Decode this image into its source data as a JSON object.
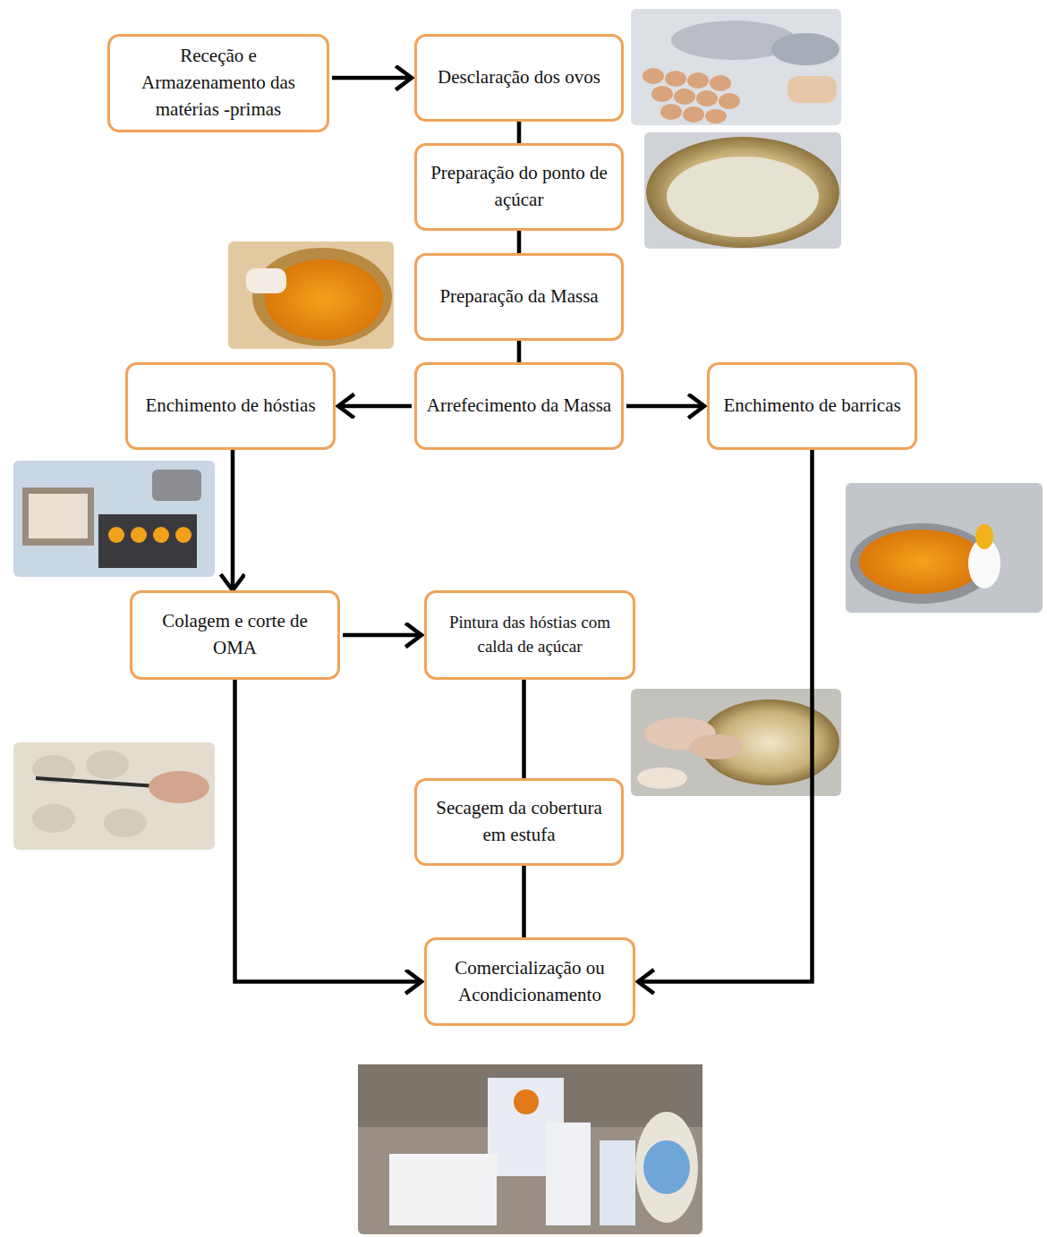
{
  "diagram": {
    "nodes": [
      {
        "text": [
          "Receção e Armazenamento das matérias -primas"
        ]
      },
      {
        "text": [
          "Desclaração dos ovos"
        ]
      },
      {
        "text": [
          "Preparação do ponto de açúcar"
        ]
      },
      {
        "text": [
          "Preparação da Massa"
        ]
      },
      {
        "text": [
          "Enchimento de hóstias"
        ]
      },
      {
        "text": [
          "Arrefecimento da Massa"
        ]
      },
      {
        "text": [
          "Enchimento de barricas"
        ]
      },
      {
        "text": [
          "Colagem e corte de OMA"
        ]
      },
      {
        "text": [
          "Pintura das hóstias com calda de açúcar"
        ]
      },
      {
        "text": [
          "Secagem da cobertura em estufa"
        ]
      },
      {
        "text": [
          "Comercialização ou Acondicionamento"
        ]
      }
    ],
    "edges": [
      {
        "from": 0,
        "to": 1,
        "arrow": "to"
      },
      {
        "from": 1,
        "to": 2,
        "arrow": "none"
      },
      {
        "from": 2,
        "to": 3,
        "arrow": "none"
      },
      {
        "from": 3,
        "to": 5,
        "arrow": "none"
      },
      {
        "from": 5,
        "to": 4,
        "arrow": "to"
      },
      {
        "from": 5,
        "to": 6,
        "arrow": "to"
      },
      {
        "from": 4,
        "to": 7,
        "arrow": "to"
      },
      {
        "from": 7,
        "to": 8,
        "arrow": "to"
      },
      {
        "from": 8,
        "to": 9,
        "arrow": "none"
      },
      {
        "from": 9,
        "to": 10,
        "arrow": "none"
      },
      {
        "from": 7,
        "to": 10,
        "arrow": "to"
      },
      {
        "from": 6,
        "to": 10,
        "arrow": "to"
      }
    ]
  }
}
